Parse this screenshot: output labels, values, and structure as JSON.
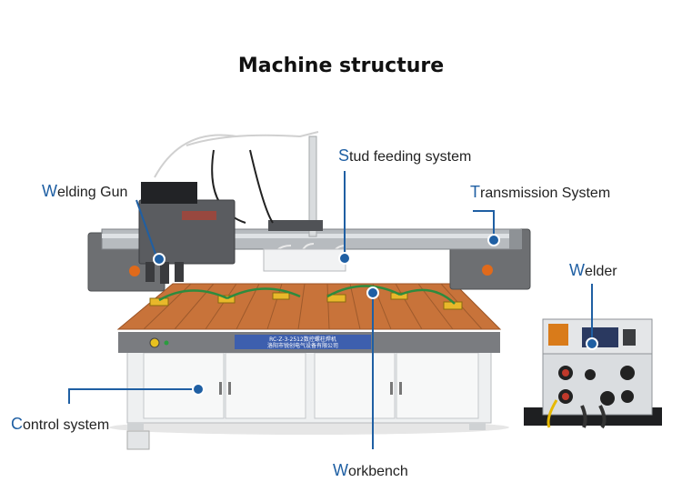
{
  "title": "Machine structure",
  "labels": {
    "welding_gun": {
      "first": "W",
      "rest": "elding Gun"
    },
    "stud_feeding": {
      "first": "S",
      "rest": "tud feeding system"
    },
    "transmission": {
      "first": "T",
      "rest": "ransmission System"
    },
    "welder": {
      "first": "W",
      "rest": "elder"
    },
    "control": {
      "first": "C",
      "rest": "ontrol system"
    },
    "workbench": {
      "first": "W",
      "rest": "orkbench"
    }
  },
  "plate_text": {
    "model": "RC-Z-3-2512数控螺柱焊机",
    "maker": "洛阳市锐创电气设备有限公司"
  },
  "colors": {
    "accent_blue": "#1f5fa3",
    "bench_orange": "#c8733a",
    "frame_gray": "#6d6f72",
    "cabinet_white": "#eef0f1"
  }
}
